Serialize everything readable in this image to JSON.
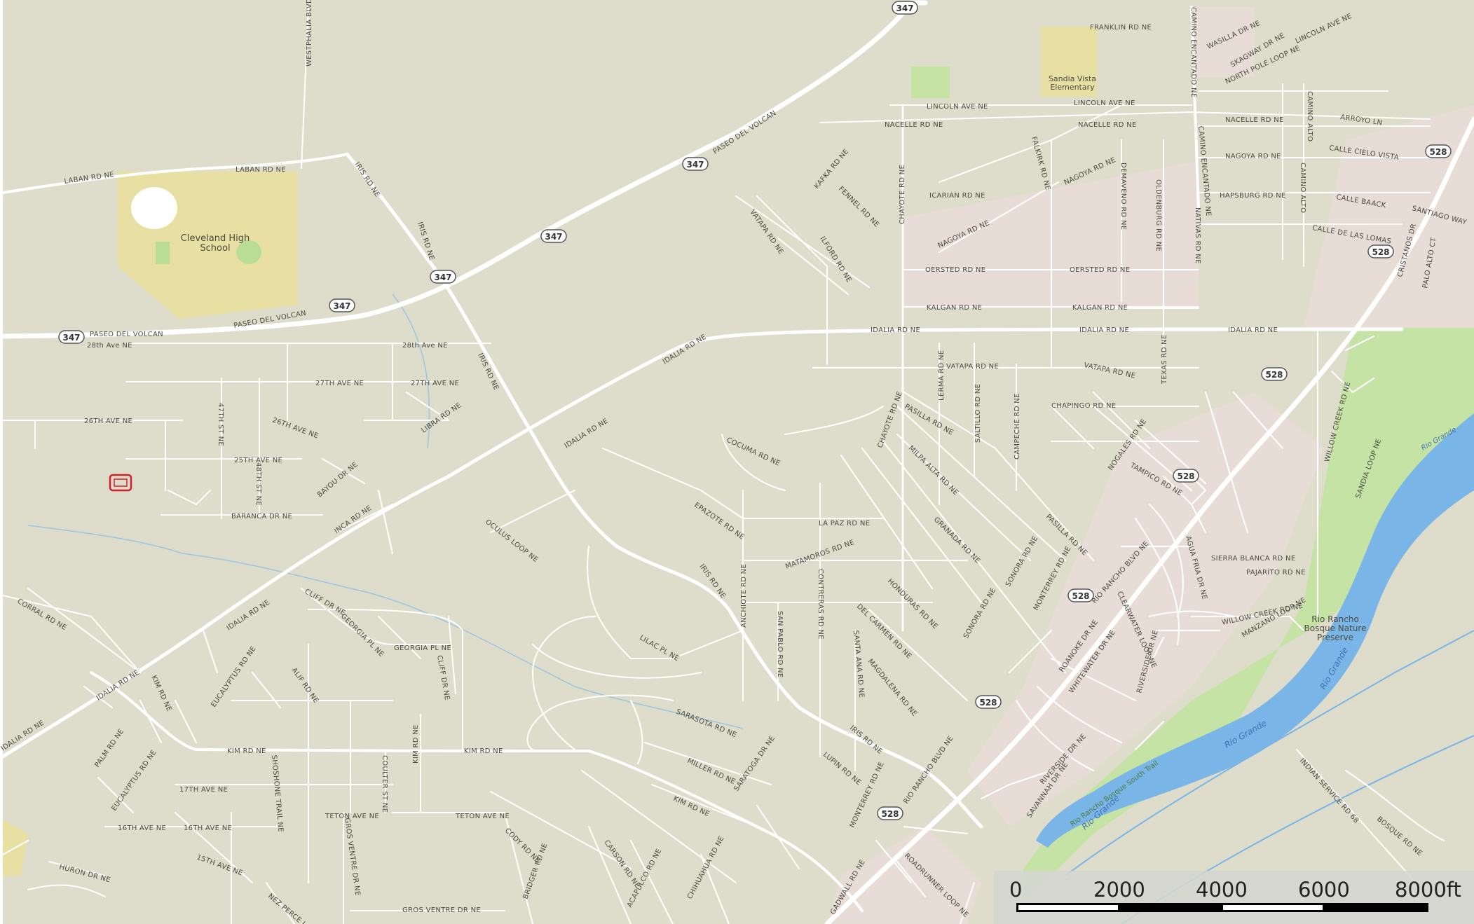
{
  "map": {
    "colors": {
      "land": "#dedccb",
      "urban": "#e8ddd6",
      "park": "#c6e3a6",
      "school": "#e8e0a2",
      "water": "#7ab5e7",
      "road": "#ffffff",
      "shield_bg": "#ffffff"
    },
    "place_labels": {
      "cleveland_hs_1": "Cleveland High",
      "cleveland_hs_2": "School",
      "sandia_vista_1": "Sandia Vista",
      "sandia_vista_2": "Elementary",
      "preserve_1": "Rio Rancho",
      "preserve_2": "Bosque Nature",
      "preserve_3": "Preserve",
      "rio_grande": "Rio Grande",
      "trail": "Rio Rancho Bosque South Trail"
    },
    "streets": {
      "westphalia": "WESTPHALIA BLVD",
      "franklin": "FRANKLIN RD NE",
      "lincoln": "LINCOLN AVE NE",
      "nacelle": "NACELLE RD NE",
      "laban": "LABAN RD NE",
      "iris": "IRIS RD NE",
      "paseo": "PASEO DEL VOLCAN",
      "idalia": "IDALIA RD NE",
      "ave28": "28th Ave NE",
      "ave27": "27TH AVE NE",
      "ave26": "26TH AVE NE",
      "ave25": "25TH AVE NE",
      "st47": "47TH ST NE",
      "st48": "48TH ST NE",
      "bayou": "BAYOU DR NE",
      "baranca": "BARANCA DR NE",
      "inca": "INCA RD NE",
      "libra": "LIBRA RD NE",
      "oculus": "OCULUS LOOP NE",
      "corral": "CORRAL RD NE",
      "cliff": "CLIFF DR NE",
      "georgia": "GEORGIA PL NE",
      "kim": "KIM RD NE",
      "eucalyptus": "EUCALYPTUS RD NE",
      "alif": "ALIF RD NE",
      "palm": "PALM RD NE",
      "ave17": "17TH AVE NE",
      "ave16": "16TH AVE NE",
      "ave15": "15TH AVE NE",
      "huron": "HURON DR NE",
      "shoshone": "SHOSHONE TRAIL NE",
      "coulter": "COULTER ST NE",
      "teton": "TETON AVE NE",
      "gros_ventre": "GROS VENTRE DR NE",
      "nez_perce": "NEZ PERCE LOOP NE",
      "cody": "CODY RD NE",
      "bridger": "BRIDGER RD NE",
      "carson": "CARSON RD NE",
      "acapulco": "ACAPULCO RD NE",
      "chihuahua": "CHIHUAHUA RD NE",
      "lilac": "LILAC PL NE",
      "sarasota": "SARASOTA RD NE",
      "miller": "MILLER RD NE",
      "saratoga": "SARATOGA DR NE",
      "epazote": "EPAZOTE RD NE",
      "cocuma": "COCUMA RD NE",
      "la_paz": "LA PAZ RD NE",
      "matamoros": "MATAMOROS RD NE",
      "anchiote": "ANCHIOTE RD NE",
      "san_pablo": "SAN PABLO RD NE",
      "contreras": "CONTRERAS RD NE",
      "del_carmen": "DEL CARMEN RD NE",
      "santa_ana": "SANTA ANA RD NE",
      "magdalena": "MAGDALENA RD NE",
      "lupin": "LUPIN RD NE",
      "monterrey": "MONTERREY RD NE",
      "honduras": "HONDURAS RD NE",
      "granada": "GRANADA RD NE",
      "sonora": "SONORA RD NE",
      "milpa_alta": "MILPA ALTA RD NE",
      "pasilla": "PASILLA RD NE",
      "chayote": "CHAYOTE RD NE",
      "lerma": "LERMA RD NE",
      "saltillo": "SALTILLO RD NE",
      "campeche": "CAMPECHE RD NE",
      "chapingo": "CHAPINGO RD NE",
      "nogales": "NOGALES RD NE",
      "tampico": "TAMPICO RD NE",
      "texas": "TEXAS RD NE",
      "vatapa": "VATAPA RD NE",
      "kalgan": "KALGAN RD NE",
      "oersted": "OERSTED RD NE",
      "nagoya": "NAGOYA RD NE",
      "icarian": "ICARIAN RD NE",
      "fennel": "FENNEL RD NE",
      "kafka": "KAFKA RD NE",
      "ilford": "ILFORD RD NE",
      "falkirk": "FALKIRK RD NE",
      "demaveno": "DEMAVENO RD NE",
      "oldenburg": "OLDENBURG RD NE",
      "camino_encantado": "CAMINO ENCANTADO NE",
      "nativas": "NATIVAS RD NE",
      "hapsburg": "HAPSBURG RD NE",
      "camino_alto": "CAMINO ALTO",
      "calle_cielo": "CALLE CIELO VISTA",
      "calle_baack": "CALLE BAACK",
      "calle_lomas": "CALLE DE LAS LOMAS",
      "arroyo": "ARROYO LN",
      "santiago": "SANTIAGO WAY",
      "cristanos": "CRISTANOS DR",
      "palo_alto": "PALO ALTO CT",
      "wasilla": "WASILLA DR NE",
      "skagway": "SKAGWAY DR NE",
      "north_pole": "NORTH POLE LOOP NE",
      "lincoln_ne": "LINCOLN AVE NE",
      "rio_rancho_blvd": "RIO RANCHO BLVD NE",
      "willow_creek": "WILLOW CREEK RD NE",
      "sandia_loop": "SANDIA LOOP NE",
      "sierra_blanca": "SIERRA BLANCA RD NE",
      "pajarito": "PAJARITO RD NE",
      "manzano": "MANZANO LOOP NE",
      "agua_fria": "AGUA FRIA DR NE",
      "clearwater": "CLEARWATER LOOP NE",
      "riverside": "RIVERSIDE DR NE",
      "roanoke": "ROANOKE DR NE",
      "whitewater": "WHITEWATER DR NE",
      "savannah": "SAVANNAH DR NE",
      "gadwall": "GADWALL RD NE",
      "roadrunner": "ROADRUNNER LOOP NE",
      "indian_service": "INDIAN SERVICE RD 68",
      "bosque": "BOSQUE RD NE"
    },
    "shields": [
      "347",
      "528"
    ]
  },
  "scale_bar": {
    "labels": [
      "0",
      "2000",
      "4000",
      "6000",
      "8000ft"
    ]
  }
}
